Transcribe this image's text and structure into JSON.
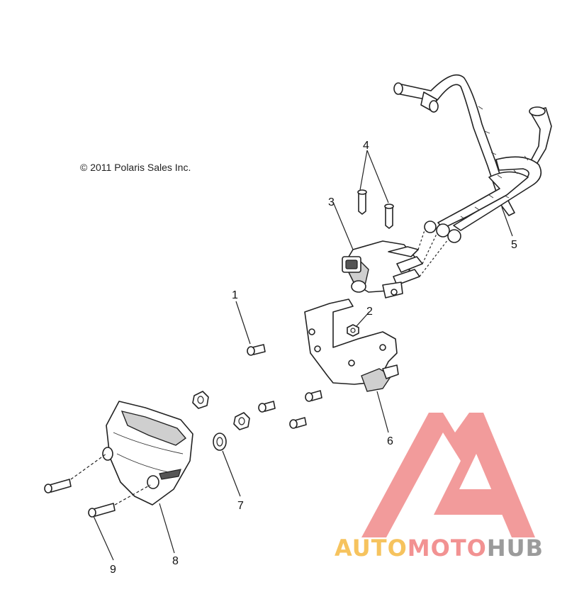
{
  "diagram": {
    "copyright": "© 2011 Polaris Sales Inc.",
    "callouts": [
      "1",
      "2",
      "3",
      "4",
      "5",
      "6",
      "7",
      "8",
      "9"
    ]
  },
  "watermark": {
    "word_part1": "AUTO",
    "word_part2": "MOTO",
    "word_part3": "HUB",
    "colors": {
      "logo": "#f08a8a",
      "auto": "#f5b942",
      "moto": "#f07f7f",
      "hub": "#8a8a8a"
    }
  }
}
